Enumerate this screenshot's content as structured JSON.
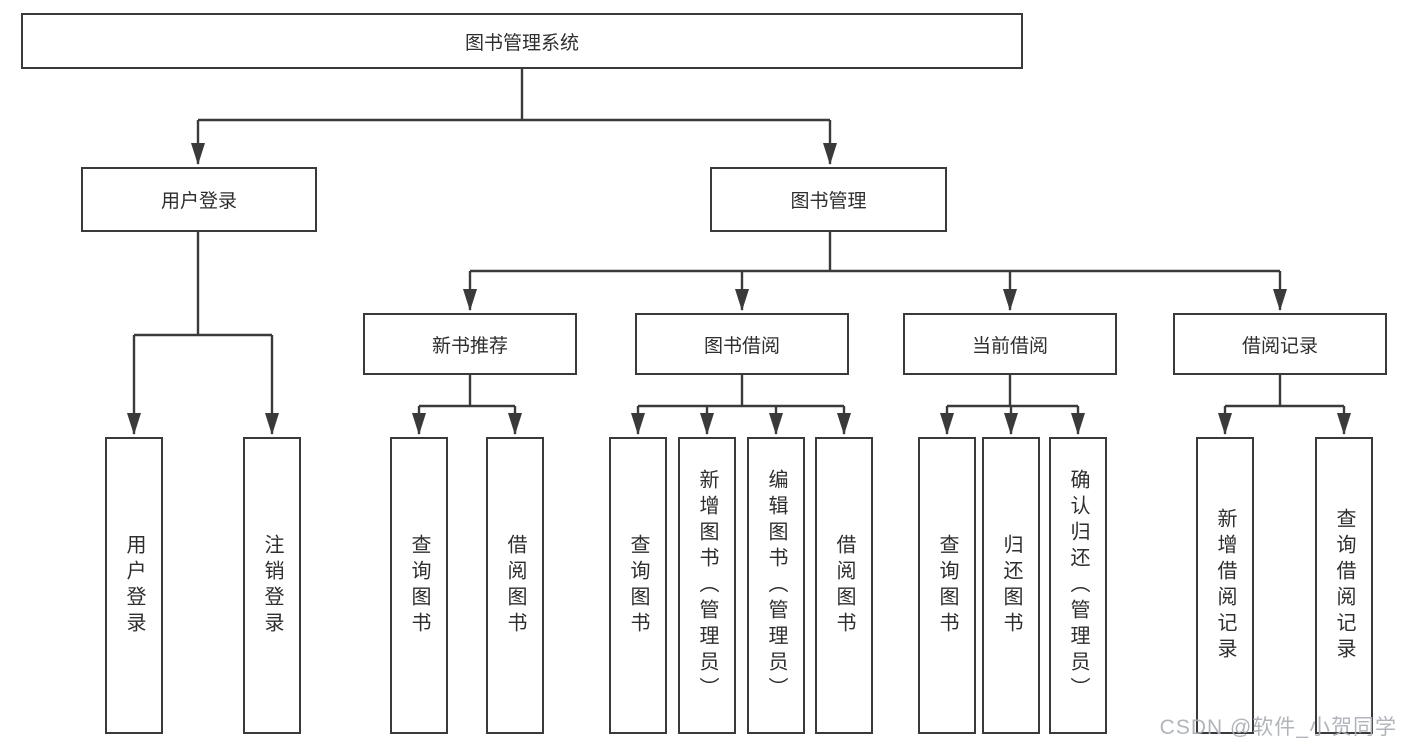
{
  "diagram": {
    "root": {
      "label": "图书管理系统"
    },
    "branches": [
      {
        "label": "用户登录",
        "children": [
          {
            "label": "用户登录"
          },
          {
            "label": "注销登录"
          }
        ]
      },
      {
        "label": "图书管理",
        "groups": [
          {
            "label": "新书推荐",
            "children": [
              {
                "label": "查询图书"
              },
              {
                "label": "借阅图书"
              }
            ]
          },
          {
            "label": "图书借阅",
            "children": [
              {
                "label": "查询图书"
              },
              {
                "label": "新增图书（管理员）"
              },
              {
                "label": "编辑图书（管理员）"
              },
              {
                "label": "借阅图书"
              }
            ]
          },
          {
            "label": "当前借阅",
            "children": [
              {
                "label": "查询图书"
              },
              {
                "label": "归还图书"
              },
              {
                "label": "确认归还（管理员）"
              }
            ]
          },
          {
            "label": "借阅记录",
            "children": [
              {
                "label": "新增借阅记录"
              },
              {
                "label": "查询借阅记录"
              }
            ]
          }
        ]
      }
    ]
  },
  "watermark": {
    "text": "CSDN @软件_小贺同学"
  },
  "colors": {
    "line": "#3a3a3a",
    "text": "#2e2e2e",
    "watermark": "#acb1b8"
  }
}
